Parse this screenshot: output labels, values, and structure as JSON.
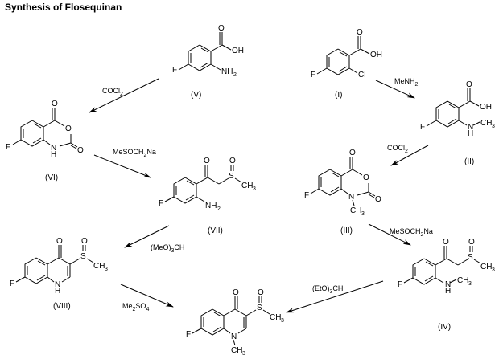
{
  "title": "Synthesis of Flosequinan",
  "compounds": {
    "I": {
      "label": "(I)",
      "name": "4-fluoro-2-chlorobenzoic acid",
      "atoms": {
        "f": "F",
        "cl": "Cl",
        "o": "O",
        "oh": "OH"
      }
    },
    "II": {
      "label": "(II)",
      "name": "4-fluoro-2-(methylamino)benzoic acid",
      "atoms": {
        "f": "F",
        "o": "O",
        "oh": "OH",
        "n": "N",
        "h": "H",
        "ch": "CH",
        "three": "3"
      }
    },
    "III": {
      "label": "(III)",
      "name": "7-fluoro-1-methyl isatoic anhydride",
      "atoms": {
        "f": "F",
        "o1": "O",
        "o2": "O",
        "o3": "O",
        "n": "N",
        "ch": "CH",
        "three": "3"
      }
    },
    "IV": {
      "label": "(IV)",
      "name": "N-methyl sulfinyl ketone",
      "atoms": {
        "f": "F",
        "o1": "O",
        "o2": "O",
        "s": "S",
        "ch": "CH",
        "three": "3",
        "n": "N",
        "h": "H",
        "ch2": "CH",
        "three2": "3"
      }
    },
    "V": {
      "label": "(V)",
      "name": "2-amino-4-fluorobenzoic acid",
      "atoms": {
        "f": "F",
        "o": "O",
        "oh": "OH",
        "nh": "NH",
        "two": "2"
      }
    },
    "VI": {
      "label": "(VI)",
      "name": "7-fluoro isatoic anhydride",
      "atoms": {
        "f": "F",
        "o1": "O",
        "o2": "O",
        "o3": "O",
        "n": "N",
        "h": "H"
      }
    },
    "VII": {
      "label": "(VII)",
      "name": "2-amino sulfinyl ketone",
      "atoms": {
        "f": "F",
        "o1": "O",
        "o2": "O",
        "s": "S",
        "ch": "CH",
        "three": "3",
        "nh": "NH",
        "two": "2"
      }
    },
    "VIII": {
      "label": "(VIII)",
      "name": "7-fluoro-3-methylsulfinyl-4-quinolone",
      "atoms": {
        "f": "F",
        "o1": "O",
        "o2": "O",
        "s": "S",
        "ch": "CH",
        "three": "3",
        "n": "N",
        "h": "H"
      }
    },
    "product": {
      "label": "",
      "name": "Flosequinan",
      "atoms": {
        "f": "F",
        "o1": "O",
        "o2": "O",
        "s": "S",
        "ch": "CH",
        "three": "3",
        "n": "N",
        "ch2": "CH",
        "three2": "3"
      }
    }
  },
  "reagents": {
    "r1": {
      "main": "MeNH",
      "sub": "2"
    },
    "r2": {
      "main": "COCl",
      "sub": "2"
    },
    "r3": {
      "main": "COCl",
      "sub": "2"
    },
    "r4": {
      "pre": "MeSOCH",
      "sub": "2",
      "post": "Na"
    },
    "r5": {
      "pre": "MeSOCH",
      "sub": "2",
      "post": "Na"
    },
    "r6": {
      "pre": "(MeO)",
      "sub": "3",
      "post": "CH"
    },
    "r7": {
      "pre": "(EtO)",
      "sub": "3",
      "post": "CH"
    },
    "r8": {
      "pre": "Me",
      "sub": "2",
      "mid": "SO",
      "sub2": "4"
    }
  }
}
